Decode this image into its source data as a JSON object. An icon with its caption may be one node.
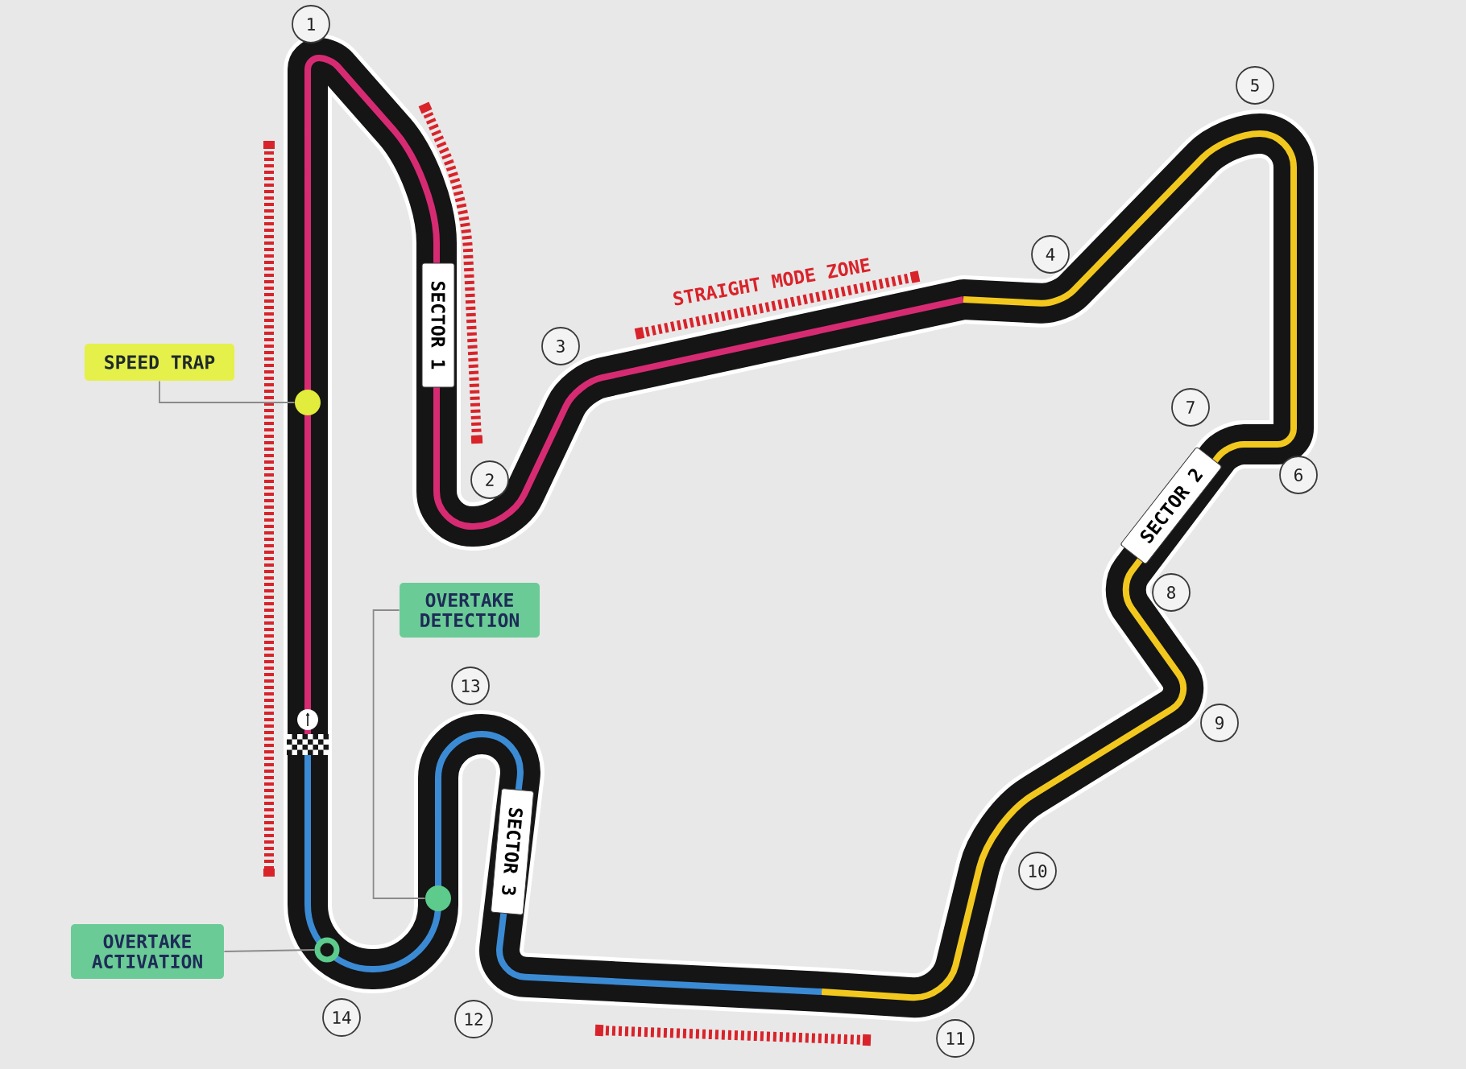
{
  "diagram": {
    "nodes": [
      {
        "text": [
          "SPEED TRAP"
        ]
      },
      {
        "text": [],
        "shape": "circle"
      },
      {
        "text": [
          "OVERTAKE DETECTION"
        ]
      },
      {
        "text": [],
        "shape": "circle"
      },
      {
        "text": [
          "OVERTAKE ACTIVATION"
        ]
      },
      {
        "text": [],
        "shape": "circle"
      },
      {
        "text": [
          "1"
        ]
      },
      {
        "text": [
          "2"
        ]
      },
      {
        "text": [
          "3"
        ]
      },
      {
        "text": [
          "4"
        ]
      },
      {
        "text": [
          "5"
        ]
      },
      {
        "text": [
          "6"
        ]
      },
      {
        "text": [
          "7"
        ]
      },
      {
        "text": [
          "8"
        ]
      },
      {
        "text": [
          "9"
        ]
      },
      {
        "text": [
          "10"
        ]
      },
      {
        "text": [
          "11"
        ]
      },
      {
        "text": [
          "12"
        ]
      },
      {
        "text": [
          "13"
        ]
      },
      {
        "text": [
          "14"
        ]
      },
      {
        "text": [
          "SECTOR 1"
        ]
      },
      {
        "text": [
          "SECTOR 2"
        ]
      },
      {
        "text": [
          "SECTOR 3"
        ]
      }
    ],
    "edges": [
      {
        "from": 0,
        "to": 1,
        "arrow": "none"
      },
      {
        "from": 2,
        "to": 3,
        "arrow": "none"
      },
      {
        "from": 4,
        "to": 5,
        "arrow": "none"
      }
    ],
    "labels": [
      "STRAIGHT MODE ZONE"
    ]
  }
}
